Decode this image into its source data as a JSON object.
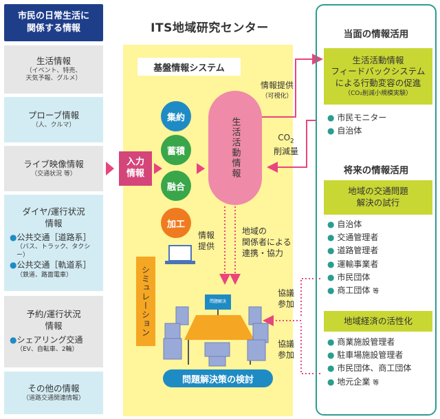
{
  "left": {
    "header": [
      "市民の日常生活に",
      "関係する情報"
    ],
    "seikatsu": {
      "title": "生活情報",
      "sub": [
        "（イベント、特売、",
        "天気予報、グルメ）"
      ]
    },
    "probe": {
      "title": "プローブ情報",
      "sub": "（人、クルマ）"
    },
    "live": {
      "title": "ライブ映像情報",
      "sub": "（交通状況 等）"
    },
    "dia": {
      "title": [
        "ダイヤ/運行状況",
        "情報"
      ],
      "items": [
        {
          "label": "公共交通［道路系］",
          "sub": "（バス、トラック、タクシー）"
        },
        {
          "label": "公共交通［軌道系］",
          "sub": "（鉄道、路面電車）"
        }
      ]
    },
    "yoyaku": {
      "title": [
        "予約/運行状況",
        "情報"
      ],
      "items": [
        {
          "label": "シェアリング交通",
          "sub": "（EV、自転車、2輪）"
        }
      ]
    },
    "other": {
      "title": "その他の情報",
      "sub": "（道路交通関連情報）"
    }
  },
  "center": {
    "title": "ITS地域研究センター",
    "kiban": "基盤情報システム",
    "input": [
      "入力",
      "情報"
    ],
    "circles": [
      "集約",
      "蓄積",
      "融合",
      "加工"
    ],
    "pill": "生活活動情報",
    "info_provide": {
      "title": "情報提供",
      "sub": "（可視化）"
    },
    "co2": {
      "prefix": "CO",
      "sub": "2",
      "line2": "削減量"
    },
    "info_provide2": [
      "情報",
      "提供"
    ],
    "stakeholders": [
      "地域の",
      "関係者による",
      "連携・協力"
    ],
    "simulation": "シミュレーション",
    "board": "問題解決",
    "kyogi1": [
      "協議",
      "参加"
    ],
    "kyogi2": [
      "協議",
      "参加"
    ],
    "mondai": "問題解決策の検討"
  },
  "right": {
    "current_title": "当面の情報活用",
    "current_box": [
      "生活活動情報",
      "フィードバックシステム",
      "による行動変容の促進",
      "（CO₂削減小規模実験）"
    ],
    "current_list": [
      "市民モニター",
      "自治体"
    ],
    "future_title": "将来の情報活用",
    "box1": [
      "地域の交通問題",
      "解決の試行"
    ],
    "list1": [
      {
        "label": "自治体",
        "suffix": ""
      },
      {
        "label": "交通管理者",
        "suffix": ""
      },
      {
        "label": "道路管理者",
        "suffix": ""
      },
      {
        "label": "運輸事業者",
        "suffix": ""
      },
      {
        "label": "市民団体",
        "suffix": ""
      },
      {
        "label": "商工団体",
        "suffix": "等"
      }
    ],
    "box2": "地域経済の活性化",
    "list2": [
      {
        "label": "商業施設管理者",
        "suffix": ""
      },
      {
        "label": "駐車場施設管理者",
        "suffix": ""
      },
      {
        "label": "市民団体、商工団体",
        "suffix": ""
      },
      {
        "label": "地元企業",
        "suffix": "等"
      }
    ]
  },
  "colors": {
    "navy": "#1f3e8a",
    "teal_box": "#d3ecf3",
    "grey_box": "#e6e6e6",
    "yellow": "#fff59a",
    "pink_pill": "#ef8aa8",
    "magenta": "#d4457a",
    "blue": "#1f8bc4",
    "green": "#3aa64a",
    "orange": "#ef7b20",
    "lime": "#c9d734",
    "frame_teal": "#2a9d8f"
  }
}
